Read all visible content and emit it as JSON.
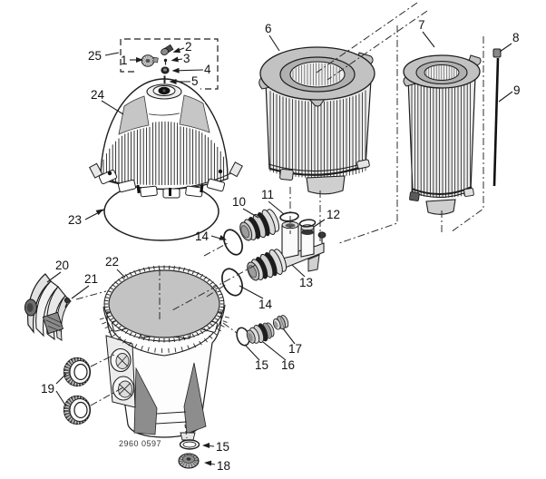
{
  "diagram": {
    "drawing_number": "2960 0597",
    "callouts": {
      "c1": "1",
      "c2": "2",
      "c3": "3",
      "c4": "4",
      "c5": "5",
      "c6": "6",
      "c7": "7",
      "c8": "8",
      "c9": "9",
      "c10": "10",
      "c11": "11",
      "c12": "12",
      "c13": "13",
      "c14_upper": "14",
      "c14_lower": "14",
      "c15_side": "15",
      "c15_bottom": "15",
      "c16": "16",
      "c17": "17",
      "c18": "18",
      "c19": "19",
      "c20": "20",
      "c21": "21",
      "c22": "22",
      "c23": "23",
      "c24": "24",
      "c25": "25"
    }
  }
}
